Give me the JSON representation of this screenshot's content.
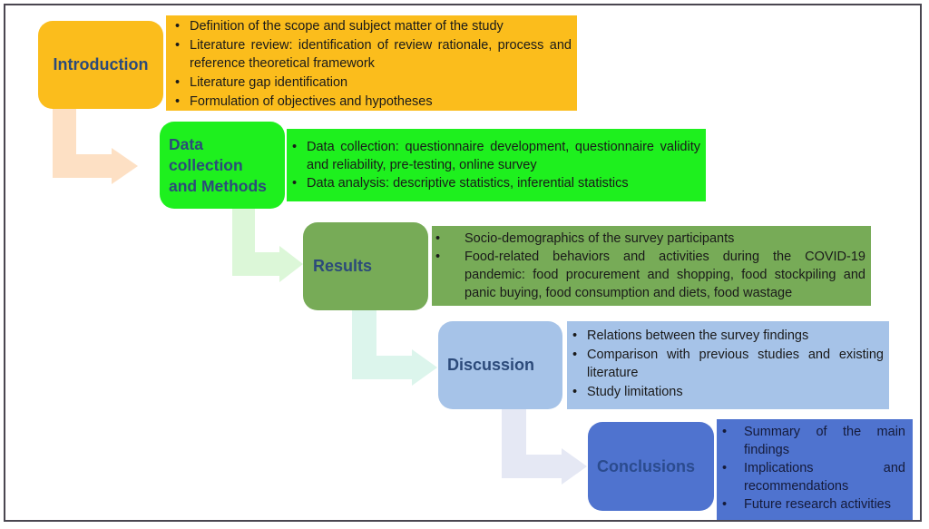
{
  "colors": {
    "introduction": "#fbbd1c",
    "data_collection": "#1ef01e",
    "results": "#77ab57",
    "discussion": "#a6c3e8",
    "conclusions": "#4f73cf",
    "stage_title": "#2c4a7a",
    "arrow_1": "#fde0c4",
    "arrow_2": "#dcf7d8",
    "arrow_3": "#dcf5ec",
    "arrow_4": "#e5e8f4"
  },
  "stages": [
    {
      "id": "introduction",
      "title_lines": [
        "Introduction"
      ],
      "items": [
        "Definition of the scope and subject matter of the study",
        "Literature review: identification of review rationale, process and reference theoretical framework",
        "Literature gap identification",
        "Formulation of objectives and hypotheses"
      ]
    },
    {
      "id": "data-collection",
      "title_lines": [
        "Data",
        "collection",
        "and Methods"
      ],
      "items": [
        "Data collection: questionnaire development, questionnaire validity and reliability, pre-testing, online survey",
        "Data analysis: descriptive statistics, inferential statistics"
      ]
    },
    {
      "id": "results",
      "title_lines": [
        "Results"
      ],
      "items": [
        "Socio-demographics of the survey participants",
        "Food-related behaviors and activities during the COVID-19 pandemic: food procurement and shopping, food stockpiling and panic buying, food consumption and diets, food wastage"
      ]
    },
    {
      "id": "discussion",
      "title_lines": [
        "Discussion"
      ],
      "items": [
        "Relations between the survey findings",
        "Comparison with previous studies and existing literature",
        "Study limitations"
      ]
    },
    {
      "id": "conclusions",
      "title_lines": [
        "Conclusions"
      ],
      "items": [
        "Summary of the main findings",
        "Implications and recommendations",
        "Future research activities"
      ]
    }
  ],
  "bullet_glyph": "•"
}
